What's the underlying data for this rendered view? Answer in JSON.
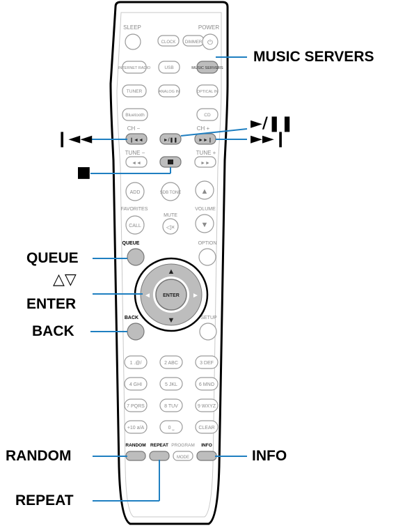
{
  "remote": {
    "top_buttons": {
      "sleep": "SLEEP",
      "clock": "CLOCK",
      "dimmer": "DIMMER",
      "power": "POWER"
    },
    "source_buttons": {
      "internet_radio": "INTERNET RADIO",
      "usb": "USB",
      "music_servers": "MUSIC SERVERS",
      "tuner": "TUNER",
      "analog_in": "ANALOG IN",
      "optical_in": "OPTICAL IN",
      "bluetooth": "Bluetooth",
      "cd": "CD"
    },
    "transport": {
      "ch_minus": "CH −",
      "ch_plus": "CH +",
      "tune_minus": "TUNE −",
      "tune_plus": "TUNE +"
    },
    "mid_buttons": {
      "add": "ADD",
      "sdb_tone": "SDB TONE",
      "favorites": "FAVORITES",
      "mute": "MUTE",
      "volume": "VOLUME",
      "call": "CALL",
      "queue": "QUEUE",
      "option": "OPTION",
      "enter": "ENTER",
      "back": "BACK",
      "setup": "SETUP"
    },
    "numpad": [
      "1 .@/",
      "2 ABC",
      "3 DEF",
      "4 GHI",
      "5 JKL",
      "6 MNO",
      "7 PQRS",
      "8 TUV",
      "9 WXYZ",
      "+10 a/A",
      "0 ⎵",
      "CLEAR"
    ],
    "bottom_buttons": {
      "random": "RANDOM",
      "repeat": "REPEAT",
      "program": "PROGRAM",
      "mode": "MODE",
      "info": "INFO"
    }
  },
  "callouts": {
    "music_servers": "MUSIC SERVERS",
    "play_pause": "►/❚❚",
    "skip_back": "❙◄◄",
    "skip_fwd": "►►❙",
    "stop": "■",
    "queue": "QUEUE",
    "updown": "△▽",
    "enter": "ENTER",
    "back": "BACK",
    "random": "RANDOM",
    "info": "INFO",
    "repeat": "REPEAT"
  },
  "colors": {
    "callout_line": "#1f7fc1",
    "remote_outline": "#000000",
    "button_fill": "#bdbdbd",
    "button_outline": "#9a9a9a",
    "label_gray": "#8a8a8a"
  }
}
